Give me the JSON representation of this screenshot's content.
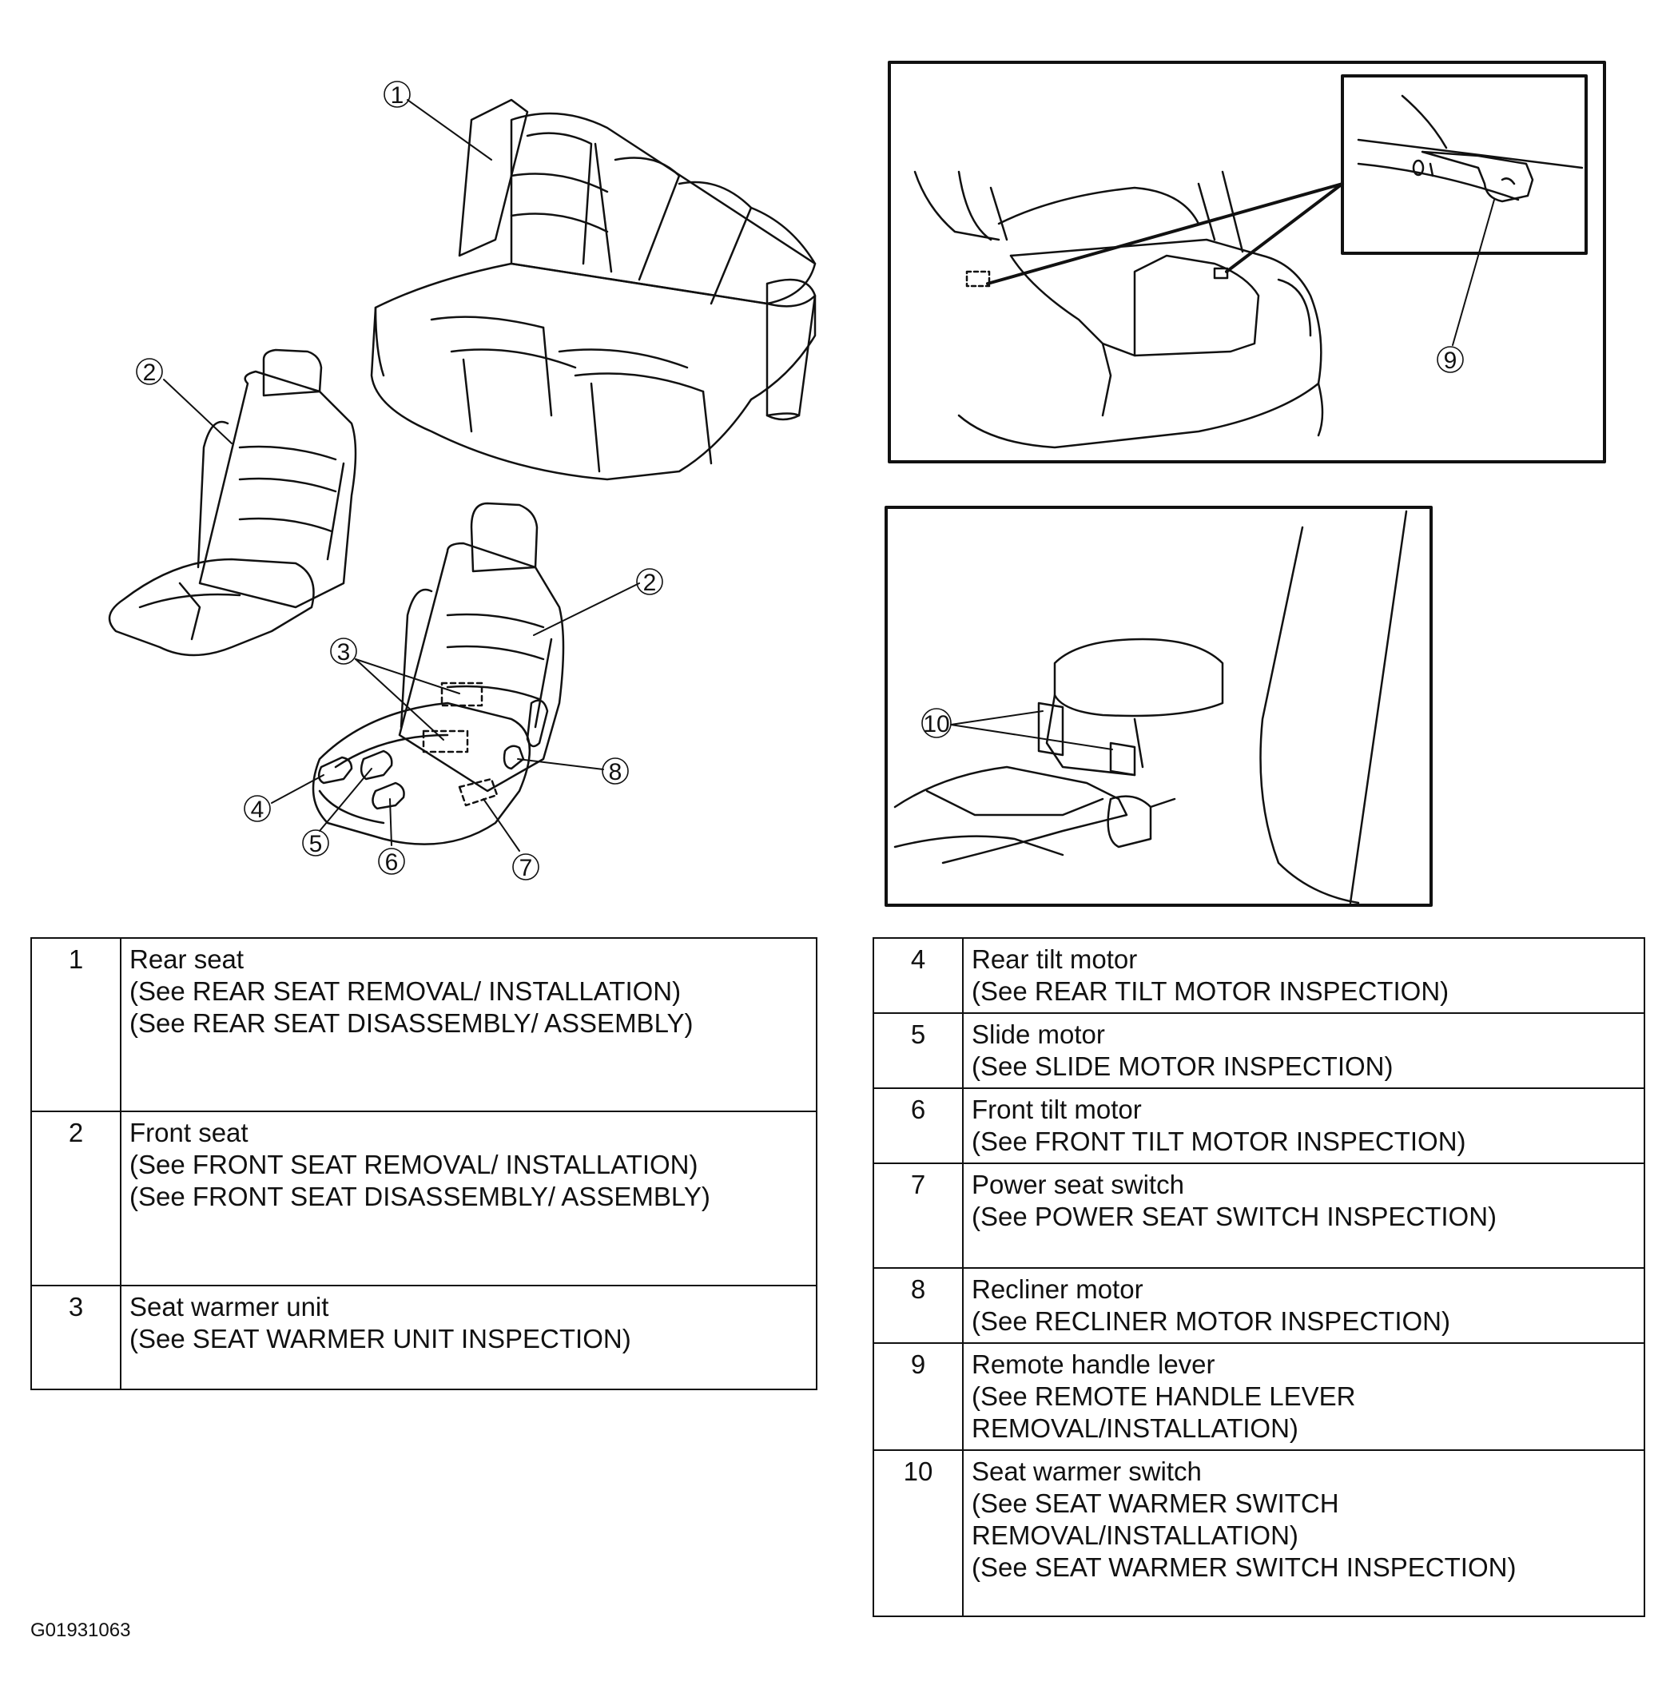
{
  "callouts": [
    "1",
    "2",
    "2",
    "3",
    "4",
    "5",
    "6",
    "7",
    "8",
    "9",
    "10"
  ],
  "left_table": [
    {
      "num": "1",
      "lines": [
        "Rear seat",
        "(See REAR SEAT REMOVAL/ INSTALLATION)",
        "(See REAR SEAT DISASSEMBLY/ ASSEMBLY)"
      ]
    },
    {
      "num": "2",
      "lines": [
        "Front seat",
        "(See FRONT SEAT REMOVAL/ INSTALLATION)",
        "(See FRONT SEAT DISASSEMBLY/ ASSEMBLY)"
      ]
    },
    {
      "num": "3",
      "lines": [
        "Seat warmer unit",
        "(See SEAT WARMER UNIT INSPECTION)"
      ]
    }
  ],
  "right_table": [
    {
      "num": "4",
      "lines": [
        "Rear tilt motor",
        "(See REAR TILT MOTOR INSPECTION)"
      ]
    },
    {
      "num": "5",
      "lines": [
        "Slide motor",
        "(See SLIDE MOTOR INSPECTION)"
      ]
    },
    {
      "num": "6",
      "lines": [
        "Front tilt motor",
        "(See FRONT TILT MOTOR INSPECTION)"
      ]
    },
    {
      "num": "7",
      "lines": [
        "Power seat switch",
        "(See POWER SEAT SWITCH INSPECTION)"
      ]
    },
    {
      "num": "8",
      "lines": [
        "Recliner motor",
        "(See RECLINER MOTOR INSPECTION)"
      ]
    },
    {
      "num": "9",
      "lines": [
        "Remote handle lever",
        "(See REMOTE HANDLE LEVER",
        "REMOVAL/INSTALLATION)"
      ]
    },
    {
      "num": "10",
      "lines": [
        "Seat warmer switch",
        "(See SEAT WARMER SWITCH",
        "REMOVAL/INSTALLATION)",
        "(See SEAT WARMER SWITCH INSPECTION)"
      ]
    }
  ],
  "doc_id": "G01931063"
}
